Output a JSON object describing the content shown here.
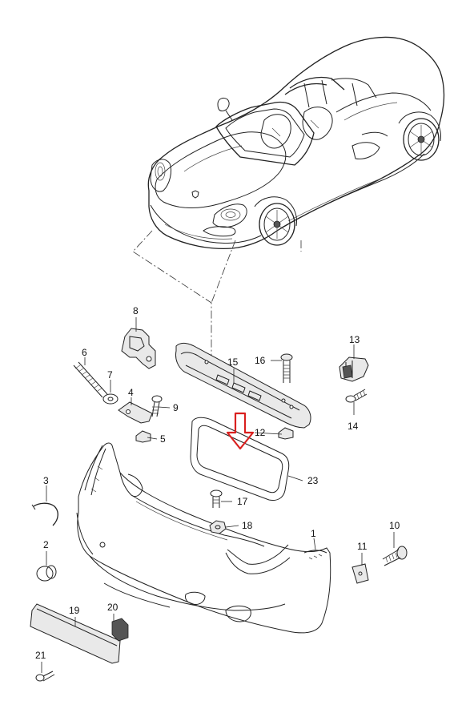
{
  "diagram": {
    "highlight_color": "#d9201f",
    "line_color": "#222222",
    "background_color": "#ffffff",
    "part_labels": [
      "1",
      "2",
      "3",
      "4",
      "5",
      "6",
      "7",
      "8",
      "9",
      "10",
      "11",
      "12",
      "13",
      "14",
      "15",
      "16",
      "17",
      "18",
      "19",
      "20",
      "21",
      "23"
    ],
    "highlight_icon": "down-arrow-icon"
  }
}
